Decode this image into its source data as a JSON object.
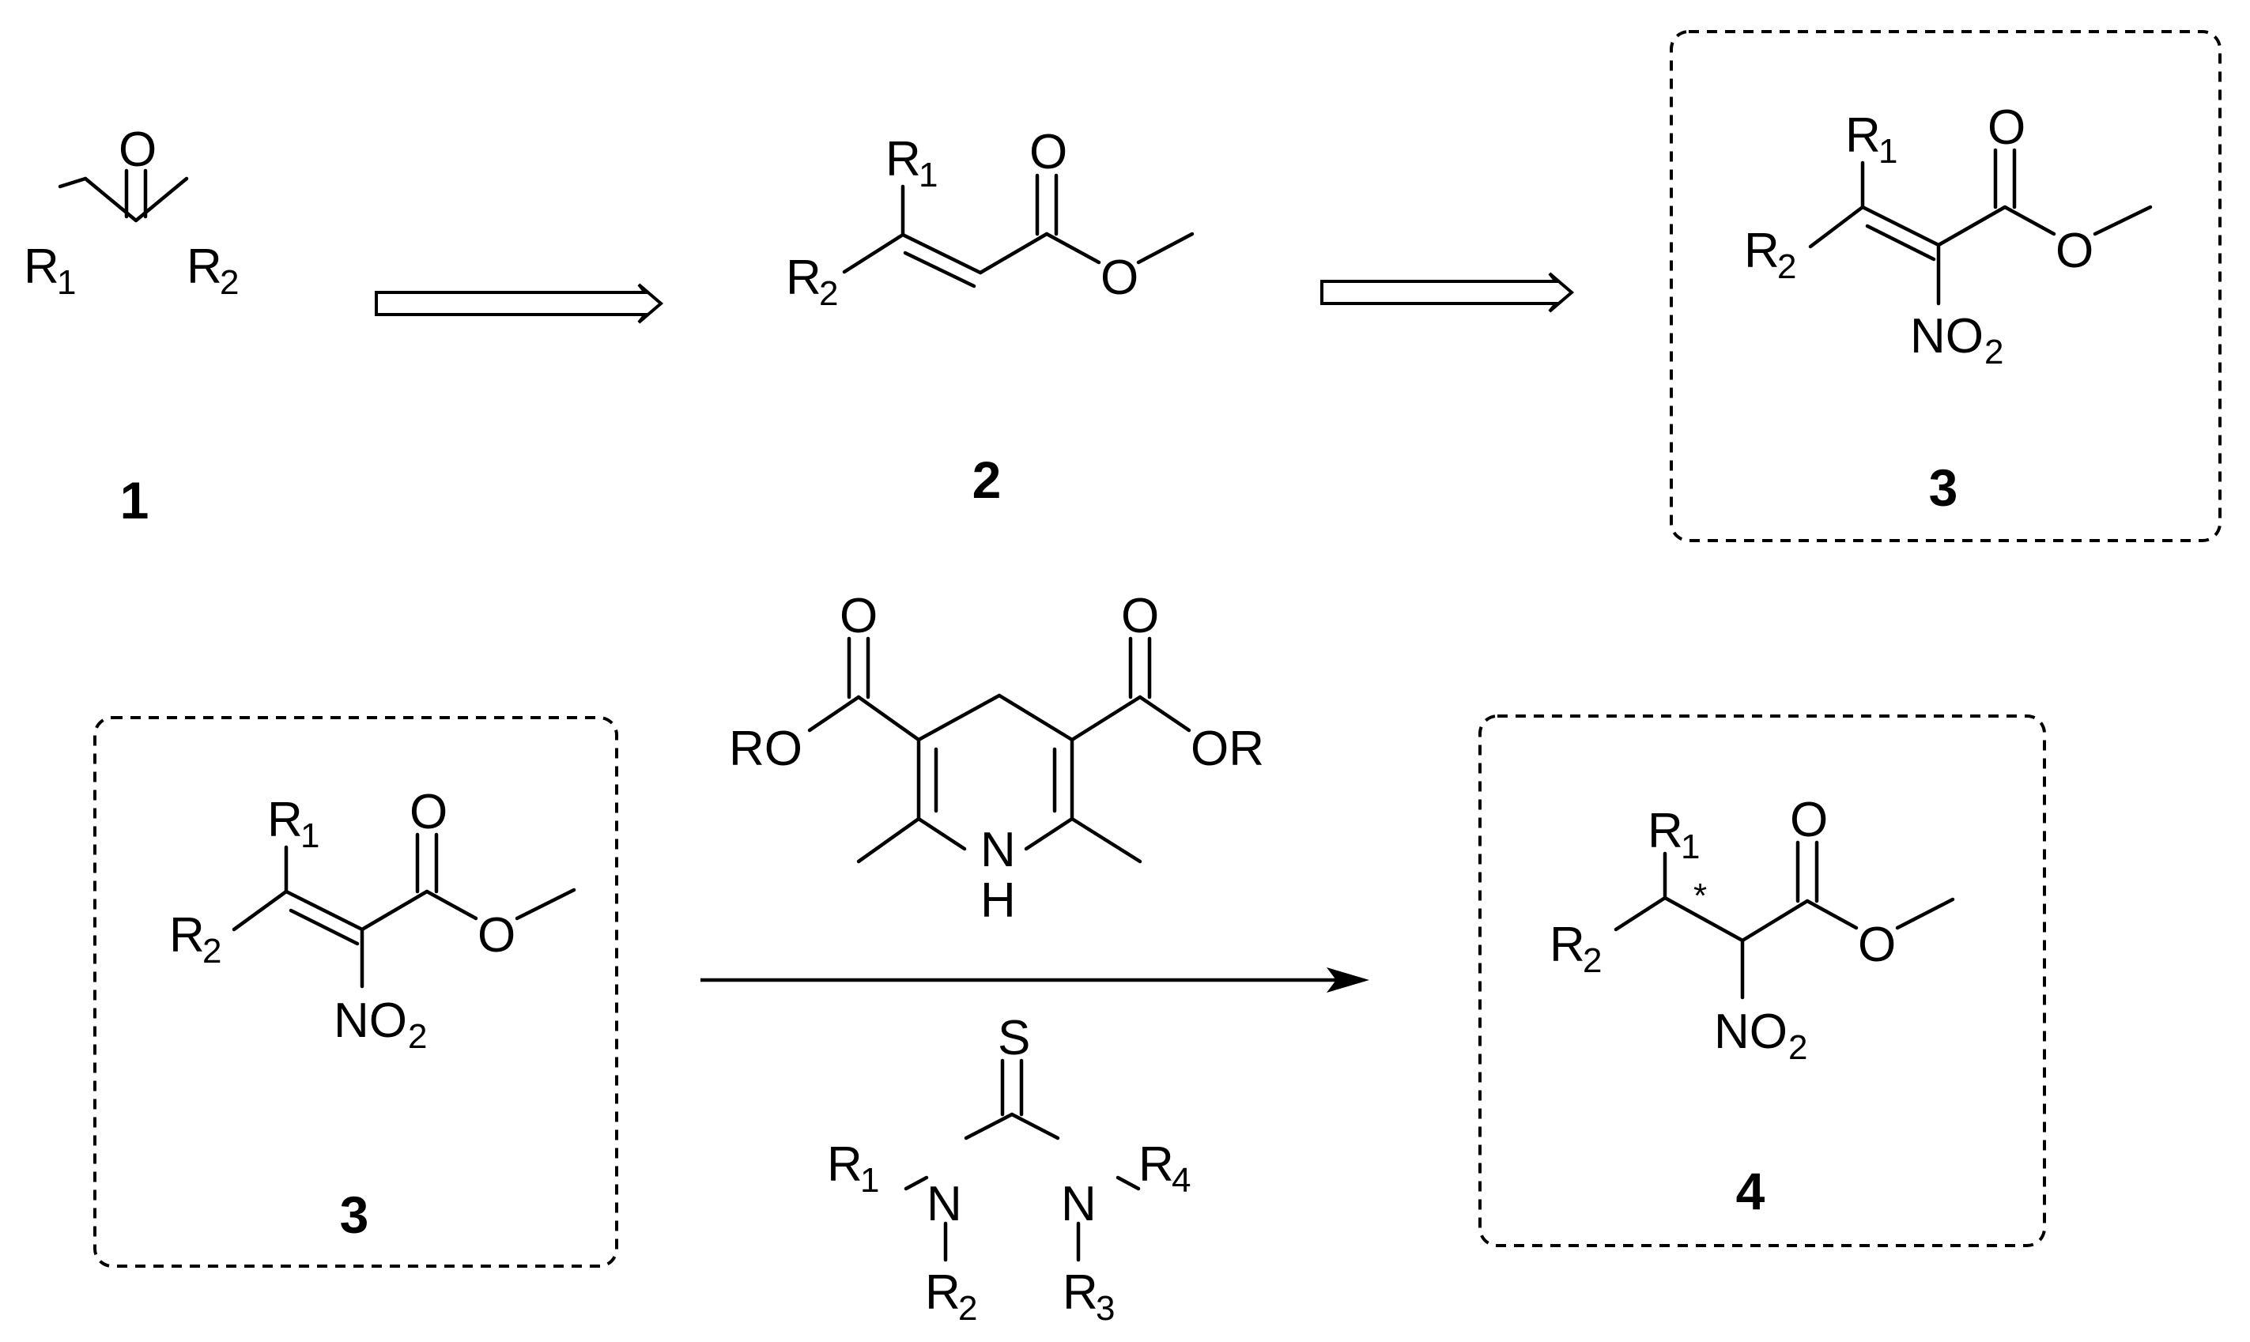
{
  "scheme": {
    "compound_labels": {
      "c1": "1",
      "c2": "2",
      "c3_top": "3",
      "c3_bottom": "3",
      "c4": "4"
    },
    "atoms": {
      "R": "R",
      "O": "O",
      "NO": "NO",
      "RO": "RO",
      "OR": "OR",
      "N": "N",
      "H": "H",
      "S": "S",
      "star": "*"
    },
    "subscripts": {
      "one": "1",
      "two": "2",
      "three": "3",
      "four": "4"
    },
    "arrows": [
      {
        "kind": "retrosynthetic",
        "from": "1",
        "to": "2"
      },
      {
        "kind": "retrosynthetic",
        "from": "2",
        "to": "3"
      },
      {
        "kind": "forward",
        "from": "3",
        "to": "4"
      }
    ],
    "reagents": [
      "Hantzsch ester (dialkyl 2,6-dimethyl-1,4-dihydropyridine-3,5-dicarboxylate)",
      "thiourea organocatalyst"
    ],
    "boxed_compounds": [
      "3",
      "3",
      "4"
    ]
  }
}
